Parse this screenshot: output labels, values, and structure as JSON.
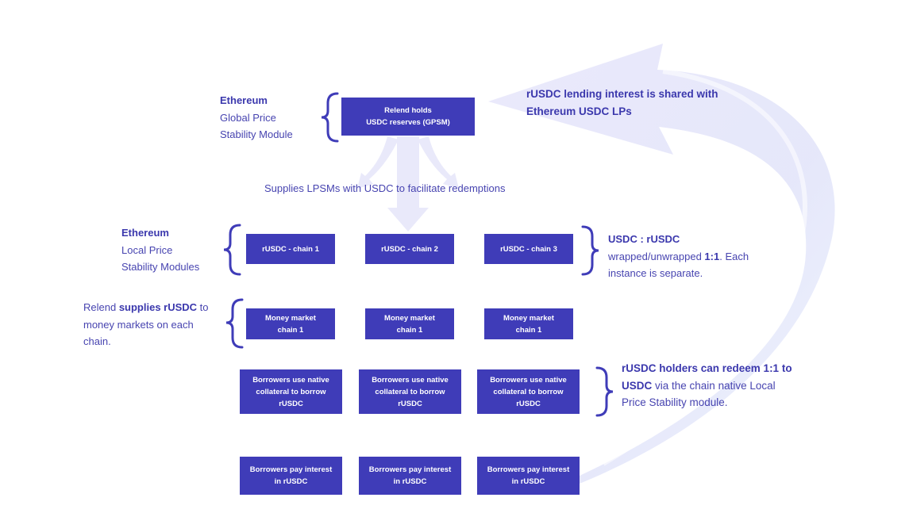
{
  "gpsm": {
    "label_bold": "Ethereum",
    "label_line2": "Global Price",
    "label_line3": "Stability Module",
    "box_line1": "Relend holds",
    "box_line2": "USDC reserves (GPSM)"
  },
  "top_right_note": {
    "line1": "rUSDC lending interest is shared with",
    "line2": "Ethereum USDC LPs"
  },
  "supplies_note": "Supplies LPSMs with USDC to facilitate redemptions",
  "lpsm": {
    "label_bold": "Ethereum",
    "label_line2": "Local Price",
    "label_line3": "Stability Modules",
    "chains": [
      "rUSDC - chain 1",
      "rUSDC - chain 2",
      "rUSDC - chain 3"
    ]
  },
  "ratio_note": {
    "bold_title": "USDC : rUSDC",
    "line2_prefix": "wrapped/unwrapped ",
    "line2_bold": "1:1",
    "line2_suffix": ". Each",
    "line3": "instance is separate."
  },
  "money_market_note": {
    "prefix": "Relend ",
    "bold": "supplies rUSDC",
    "suffix": " to",
    "line2": "money markets on each",
    "line3": "chain."
  },
  "money_markets": [
    {
      "line1": "Money market",
      "line2": "chain 1"
    },
    {
      "line1": "Money market",
      "line2": "chain 1"
    },
    {
      "line1": "Money market",
      "line2": "chain 1"
    }
  ],
  "borrow": [
    {
      "line1": "Borrowers use native",
      "line2": "collateral to borrow",
      "line3": "rUSDC"
    },
    {
      "line1": "Borrowers use native",
      "line2": "collateral to borrow",
      "line3": "rUSDC"
    },
    {
      "line1": "Borrowers use native",
      "line2": "collateral to borrow",
      "line3": "rUSDC"
    }
  ],
  "redeem_note": {
    "bold1": "rUSDC holders can redeem 1:1 to",
    "bold2": "USDC",
    "line2_suffix": " via the chain native  Local",
    "line3": "Price Stability module."
  },
  "interest": [
    {
      "line1": "Borrowers pay interest",
      "line2": "in rUSDC"
    },
    {
      "line1": "Borrowers pay interest",
      "line2": "in rUSDC"
    },
    {
      "line1": "Borrowers pay interest",
      "line2": "in rUSDC"
    }
  ],
  "colors": {
    "box": "#3f3cb8",
    "text": "#4744b0",
    "arrow": "#e6e7fb"
  }
}
